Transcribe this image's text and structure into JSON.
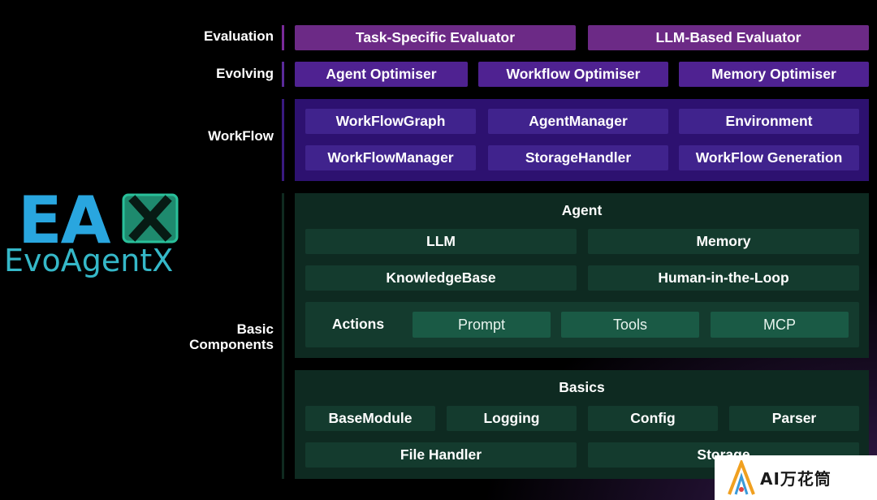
{
  "logo": {
    "letters": "EA",
    "name": "EvoAgentX",
    "colors": {
      "blue": "#29a6df",
      "teal": "#35b8c8",
      "green": "#1e8a6e"
    }
  },
  "layers": {
    "evaluation": {
      "label": "Evaluation",
      "items": [
        "Task-Specific Evaluator",
        "LLM-Based Evaluator"
      ]
    },
    "evolving": {
      "label": "Evolving",
      "items": [
        "Agent Optimiser",
        "Workflow Optimiser",
        "Memory Optimiser"
      ]
    },
    "workflow": {
      "label": "WorkFlow",
      "items": [
        "WorkFlowGraph",
        "AgentManager",
        "Environment",
        "WorkFlowManager",
        "StorageHandler",
        "WorkFlow Generation"
      ]
    },
    "basic_components": {
      "label_line1": "Basic",
      "label_line2": "Components",
      "agent": {
        "title": "Agent",
        "items": [
          "LLM",
          "Memory",
          "KnowledgeBase",
          "Human-in-the-Loop"
        ],
        "actions": {
          "label": "Actions",
          "items": [
            "Prompt",
            "Tools",
            "MCP"
          ]
        }
      },
      "basics": {
        "title": "Basics",
        "items": [
          "BaseModule",
          "Logging",
          "Config",
          "Parser",
          "File Handler",
          "Storage"
        ]
      }
    }
  },
  "watermark": {
    "text": "AI万花筒"
  }
}
